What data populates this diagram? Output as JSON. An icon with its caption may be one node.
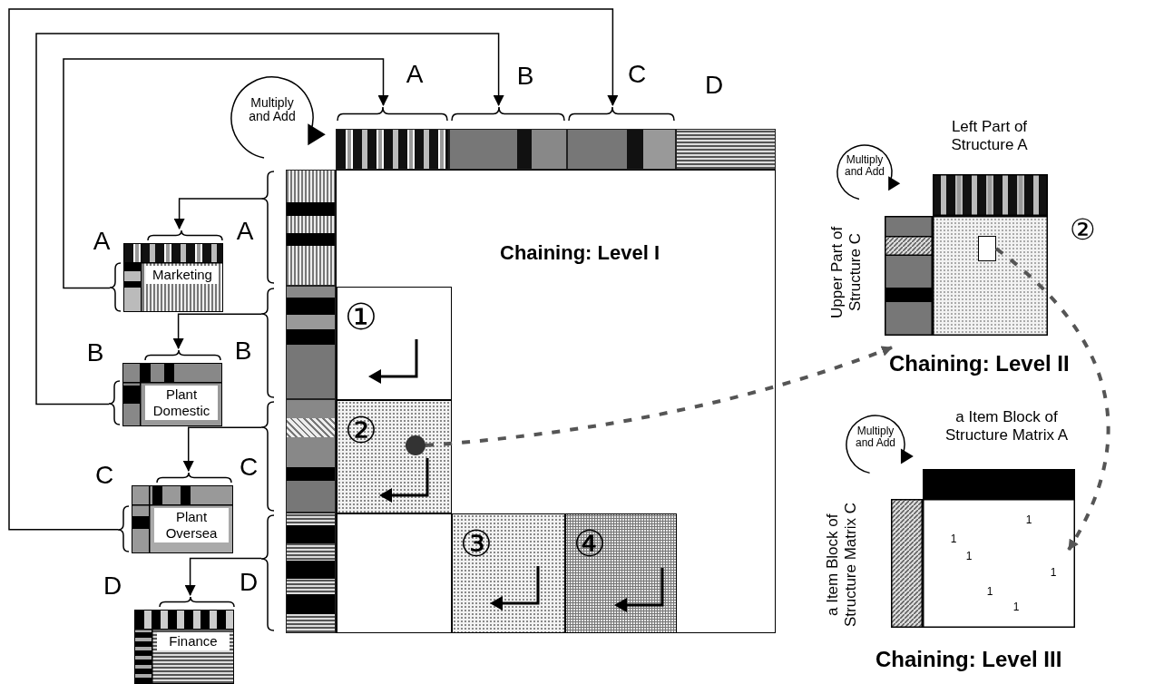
{
  "diagram": {
    "nodes": [
      {
        "text": [],
        "shape": "bar",
        "beside": [
          "A"
        ]
      },
      {
        "text": [],
        "shape": "bar",
        "beside": [
          "B"
        ]
      },
      {
        "text": [],
        "shape": "bar",
        "beside": [
          "C"
        ]
      },
      {
        "text": [],
        "shape": "bar",
        "beside": [
          "D"
        ]
      },
      {
        "text": [],
        "shape": "bar"
      },
      {
        "text": [],
        "shape": "bar"
      },
      {
        "text": [],
        "shape": "bar"
      },
      {
        "text": [],
        "shape": "bar"
      },
      {
        "text": [
          "Marketing"
        ],
        "beside": [
          "A"
        ]
      },
      {
        "text": [
          "Plant Domestic"
        ],
        "beside": [
          "B"
        ]
      },
      {
        "text": [
          "Plant Oversea"
        ],
        "beside": [
          "C"
        ]
      },
      {
        "text": [
          "Finance"
        ],
        "beside": [
          "D"
        ]
      },
      {
        "text": [
          "Chaining: Level I"
        ]
      },
      {
        "text": [
          "①"
        ],
        "in": 12
      },
      {
        "text": [
          "②"
        ],
        "in": 12
      },
      {
        "text": [],
        "shape": "circle",
        "in": 14
      },
      {
        "text": [],
        "shape": "box",
        "in": 12
      },
      {
        "text": [
          "③"
        ],
        "in": 12
      },
      {
        "text": [
          "④"
        ],
        "in": 12
      },
      {
        "text": [
          "Left Part of Structure A",
          "Upper Part of Structure C",
          "Chaining: Level II"
        ]
      },
      {
        "text": [],
        "shape": "box",
        "in": 19
      },
      {
        "text": [
          "a Item Block of Structure Matrix A",
          "a Item Block of Structure Matrix C",
          "Chaining: Level III"
        ]
      }
    ],
    "edges": [
      {
        "from": 4,
        "to": 8,
        "arrow": "to"
      },
      {
        "from": 5,
        "to": 9,
        "arrow": "to"
      },
      {
        "from": 6,
        "to": 10,
        "arrow": "to"
      },
      {
        "from": 7,
        "to": 11,
        "arrow": "to"
      },
      {
        "from": 8,
        "to": 0,
        "arrow": "to"
      },
      {
        "from": 9,
        "to": 1,
        "arrow": "to"
      },
      {
        "from": 10,
        "to": 2,
        "arrow": "to"
      },
      {
        "from": 15,
        "to": 19,
        "arrow": "to",
        "style": "dashed",
        "color": "#555555"
      },
      {
        "from": 20,
        "to": 21,
        "arrow": "to",
        "style": "dashed",
        "color": "#555555"
      }
    ],
    "labels": [
      "Multiply and Add",
      "A",
      "B",
      "C",
      "D",
      "Multiply and Add",
      "Multiply and Add",
      "②",
      "1",
      "1",
      "1",
      "1",
      "1",
      "1"
    ]
  }
}
